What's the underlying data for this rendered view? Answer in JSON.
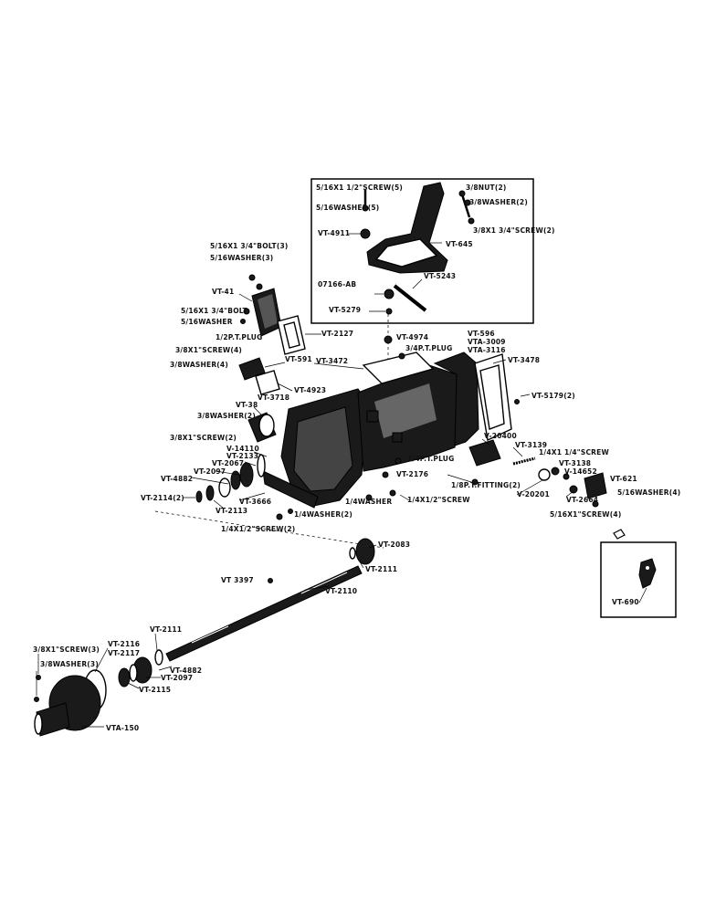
{
  "labels": {
    "screw_516_5": "5/16X1 1/2\"SCREW(5)",
    "washer_516_5": "5/16WASHER(5)",
    "nut_2": "3/8NUT(2)",
    "washer_38_2": "3/8WASHER(2)",
    "screw_38_2": "3/8X1 3/4\"SCREW(2)",
    "vt4911": "VT-4911",
    "vt645": "VT-645",
    "vt5243": "VT-5243",
    "o7166ab": "07166-AB",
    "vt5279": "VT-5279",
    "bolt_3": "5/16X1 3/4\"BOLT(3)",
    "washer_516_3": "5/16WASHER(3)",
    "vt41": "VT-41",
    "bolt_1": "5/16X1 3/4\"BOLT",
    "washer_1": "5/16WASHER",
    "vt2127": "VT-2127",
    "vt4974": "VT-4974",
    "pt_plug_top": "3/4P.T.PLUG",
    "vt596": "VT-596",
    "vta3009": "VTA-3009",
    "vta3116": "VTA-3116",
    "vt3478": "VT-3478",
    "pt_plug_left": "1/2P.T.PLUG",
    "screw_38_4": "3/8X1\"SCREW(4)",
    "washer_38_4": "3/8WASHER(4)",
    "vt591": "VT-591",
    "vt3472": "VT-3472",
    "vt4923": "VT-4923",
    "vt5179": "VT-5179(2)",
    "vt38": "VT-38",
    "vt3718": "VT-3718",
    "washer_38_2b": "3/8WASHER(2)",
    "screw_38_2b": "3/8X1\"SCREW(2)",
    "v14110": "V-14110",
    "vt2133": "VT-2133",
    "vt2067": "VT-2067",
    "vt2097": "VT-2097",
    "vt4882": "VT-4882",
    "vt2114": "VT-2114(2)",
    "vt2113": "VT-2113",
    "vt3666": "VT-3666",
    "screw_14_2": "1/4X1/2\"SCREW(2)",
    "washer_14_2": "1/4WASHER(2)",
    "v20400": "V-20400",
    "vt3139": "VT-3139",
    "screw_14": "1/4X1 1/4\"SCREW",
    "vt3138": "VT-3138",
    "v14652": "V-14652",
    "vt621": "VT-621",
    "pt_plug_mid": "1/4P.T.PLUG",
    "vt2176": "VT-2176",
    "pt_fitting": "1/8P.T.FITTING(2)",
    "v20201": "V-20201",
    "vt2664": "VT-2664",
    "washer_516_4": "5/16WASHER(4)",
    "screw_516_4": "5/16X1\"SCREW(4)",
    "washer_14": "1/4WASHER",
    "screw_14b": "1/4X1/2\"SCREW",
    "vt2083": "VT-2083",
    "vt2111_top": "VT-2111",
    "vt3397": "VT 3397",
    "vt2110": "VT-2110",
    "vt690": "VT-690",
    "vt2111_low": "VT-2111",
    "screw_38_3": "3/8X1\"SCREW(3)",
    "washer_38_3": "3/8WASHER(3)",
    "vt2116": "VT-2116",
    "vt2117": "VT-2117",
    "vt4882_low": "VT-4882",
    "vt2097_low": "VT-2097",
    "vt2115": "VT-2115",
    "vta150": "VTA-150"
  }
}
